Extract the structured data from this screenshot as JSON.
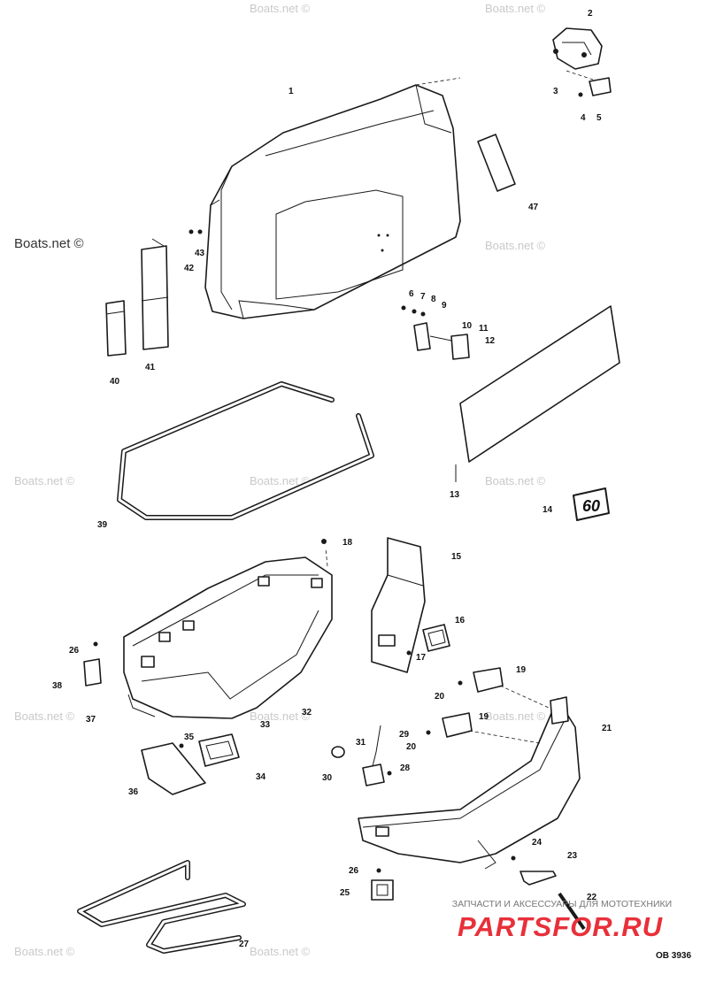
{
  "watermark": "Boats.net ©",
  "badge_text": "60",
  "diagram_code": "OB 3936",
  "brand": {
    "caption": "ЗАПЧАСТИ И АКСЕССУАРЫ ДЛЯ МОТОТЕХНИКИ",
    "name": "PARTSFOR.RU",
    "color": "#e8303a"
  },
  "callouts": {
    "c1": "1",
    "c2": "2",
    "c3": "3",
    "c4": "4",
    "c5": "5",
    "c6": "6",
    "c7": "7",
    "c8": "8",
    "c9": "9",
    "c10": "10",
    "c11": "11",
    "c12": "12",
    "c13": "13",
    "c14": "14",
    "c15": "15",
    "c16": "16",
    "c17": "17",
    "c18": "18",
    "c19a": "19",
    "c19b": "19",
    "c20a": "20",
    "c20b": "20",
    "c21": "21",
    "c22": "22",
    "c23": "23",
    "c24": "24",
    "c25": "25",
    "c26a": "26",
    "c26b": "26",
    "c27": "27",
    "c28": "28",
    "c29": "29",
    "c30": "30",
    "c31": "31",
    "c32": "32",
    "c33": "33",
    "c34": "34",
    "c35": "35",
    "c36": "36",
    "c37": "37",
    "c38": "38",
    "c39": "39",
    "c40": "40",
    "c41": "41",
    "c42": "42",
    "c43": "43",
    "c47": "47"
  }
}
